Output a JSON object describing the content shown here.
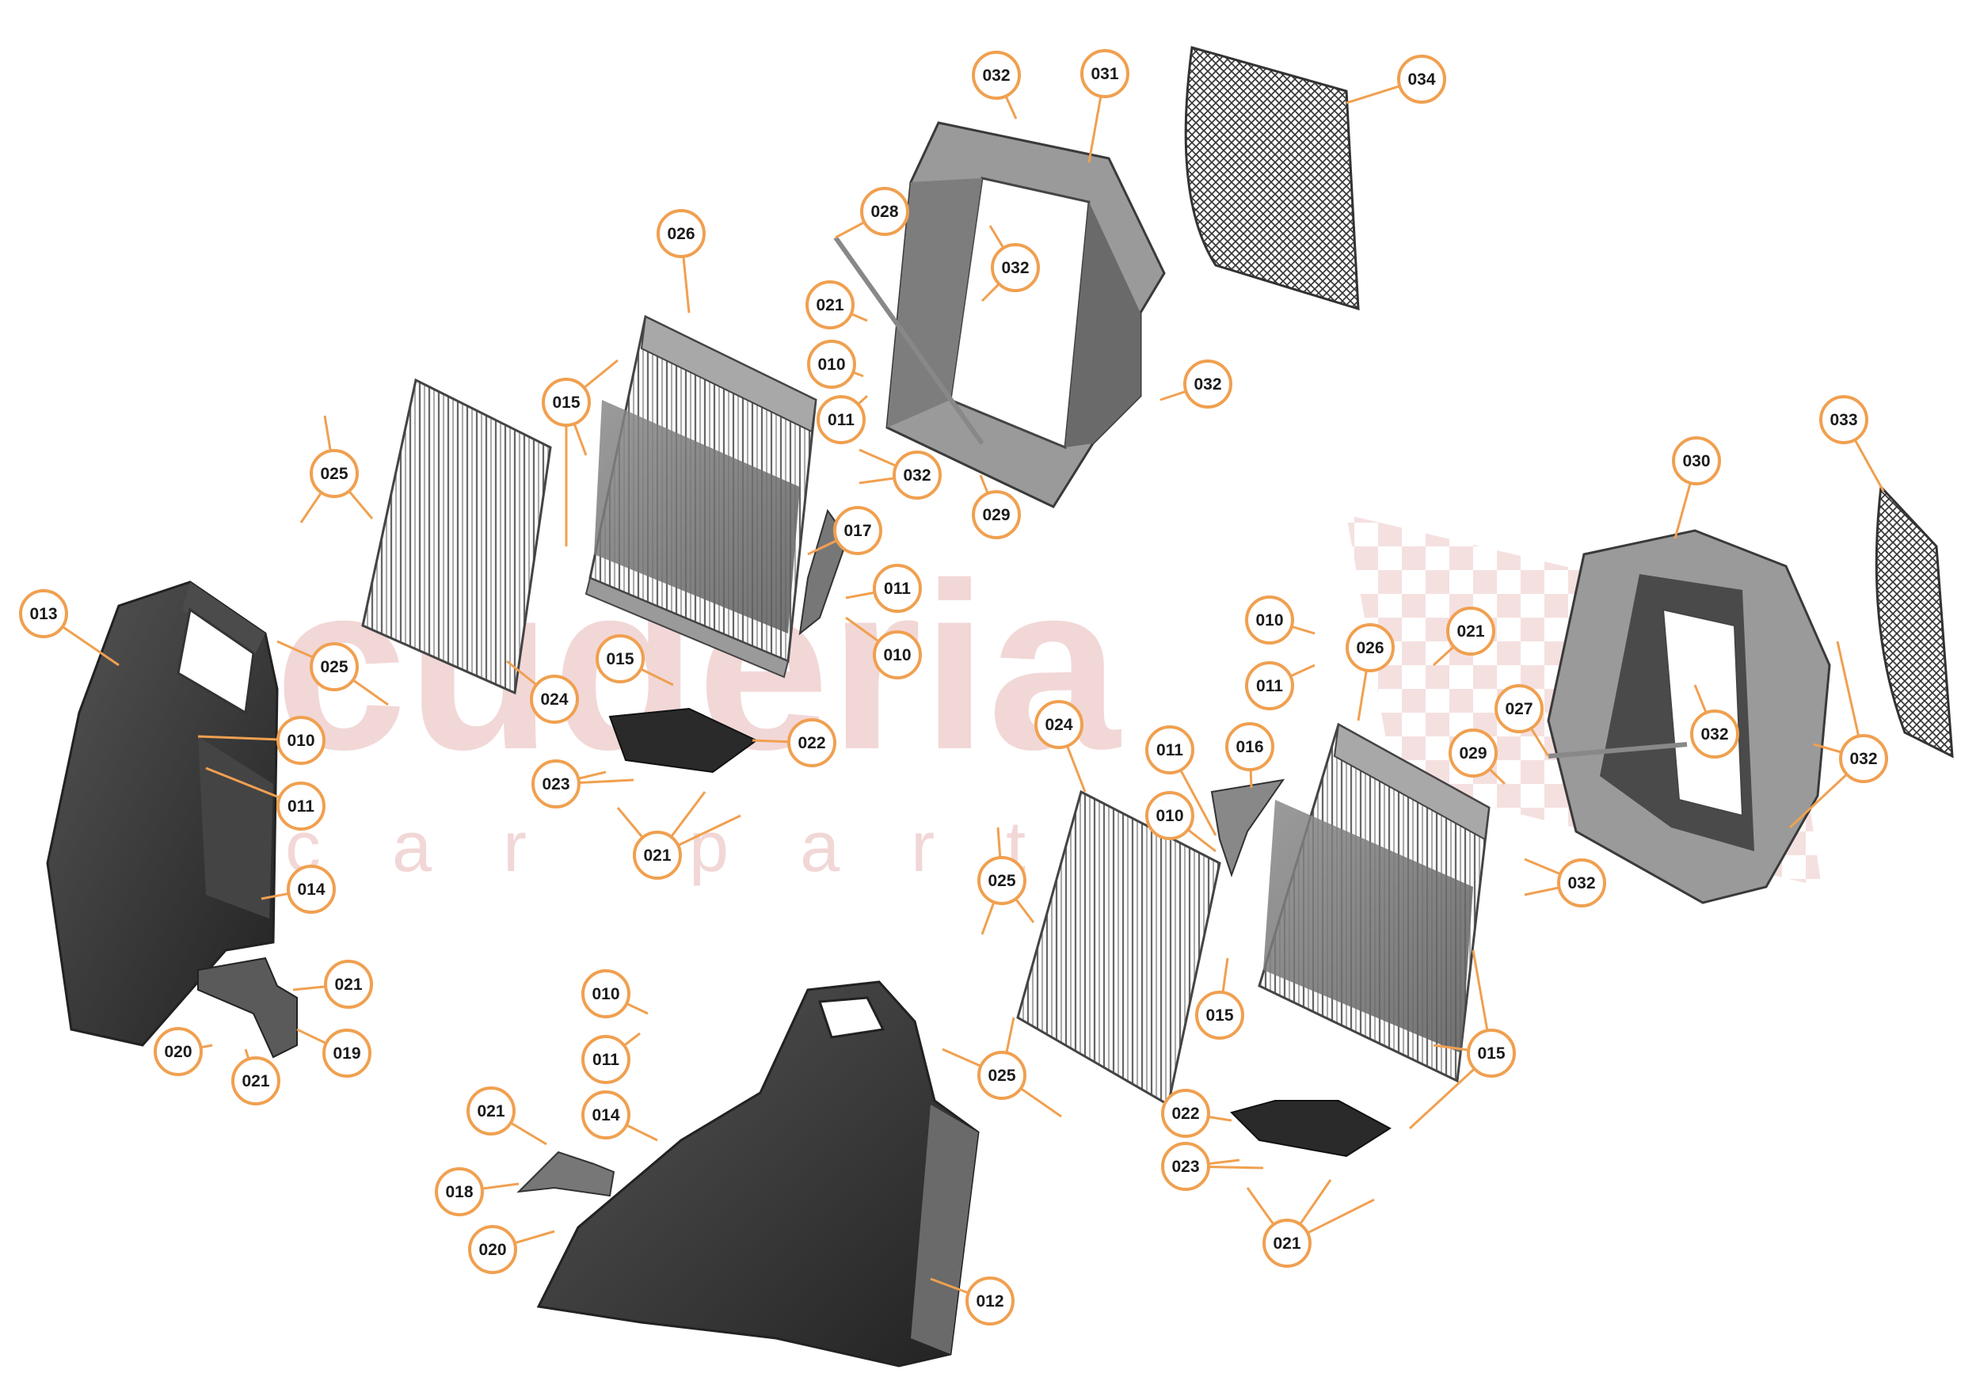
{
  "watermark": {
    "main": "scuderia",
    "sub": "car parts"
  },
  "colors": {
    "callout": "#f0a050",
    "leader": "#f0a050",
    "part_dark": "#3a3a3a",
    "part_mid": "#707070",
    "part_light": "#b0b0b0"
  },
  "callouts": [
    {
      "id": "c1",
      "label": "032"
    },
    {
      "id": "c2",
      "label": "031"
    },
    {
      "id": "c3",
      "label": "034"
    },
    {
      "id": "c4",
      "label": "028"
    },
    {
      "id": "c5",
      "label": "026"
    },
    {
      "id": "c6",
      "label": "032"
    },
    {
      "id": "c7",
      "label": "021"
    },
    {
      "id": "c8",
      "label": "010"
    },
    {
      "id": "c9",
      "label": "011"
    },
    {
      "id": "c10",
      "label": "032"
    },
    {
      "id": "c11",
      "label": "015"
    },
    {
      "id": "c12",
      "label": "025"
    },
    {
      "id": "c13",
      "label": "032"
    },
    {
      "id": "c14",
      "label": "029"
    },
    {
      "id": "c15",
      "label": "017"
    },
    {
      "id": "c16",
      "label": "011"
    },
    {
      "id": "c17",
      "label": "010"
    },
    {
      "id": "c18",
      "label": "013"
    },
    {
      "id": "c19",
      "label": "025"
    },
    {
      "id": "c20",
      "label": "024"
    },
    {
      "id": "c21",
      "label": "015"
    },
    {
      "id": "c22",
      "label": "022"
    },
    {
      "id": "c23",
      "label": "023"
    },
    {
      "id": "c24",
      "label": "021"
    },
    {
      "id": "c25",
      "label": "010"
    },
    {
      "id": "c26",
      "label": "011"
    },
    {
      "id": "c27",
      "label": "014"
    },
    {
      "id": "c28",
      "label": "021"
    },
    {
      "id": "c29",
      "label": "020"
    },
    {
      "id": "c30",
      "label": "019"
    },
    {
      "id": "c31",
      "label": "021"
    },
    {
      "id": "c32",
      "label": "033"
    },
    {
      "id": "c33",
      "label": "030"
    },
    {
      "id": "c34",
      "label": "021"
    },
    {
      "id": "c35",
      "label": "010"
    },
    {
      "id": "c36",
      "label": "011"
    },
    {
      "id": "c37",
      "label": "026"
    },
    {
      "id": "c38",
      "label": "024"
    },
    {
      "id": "c39",
      "label": "011"
    },
    {
      "id": "c40",
      "label": "016"
    },
    {
      "id": "c41",
      "label": "027"
    },
    {
      "id": "c42",
      "label": "029"
    },
    {
      "id": "c43",
      "label": "032"
    },
    {
      "id": "c44",
      "label": "032"
    },
    {
      "id": "c45",
      "label": "010"
    },
    {
      "id": "c46",
      "label": "032"
    },
    {
      "id": "c47",
      "label": "025"
    },
    {
      "id": "c48",
      "label": "015"
    },
    {
      "id": "c49",
      "label": "015"
    },
    {
      "id": "c50",
      "label": "025"
    },
    {
      "id": "c51",
      "label": "022"
    },
    {
      "id": "c52",
      "label": "023"
    },
    {
      "id": "c53",
      "label": "021"
    },
    {
      "id": "c54",
      "label": "010"
    },
    {
      "id": "c55",
      "label": "011"
    },
    {
      "id": "c56",
      "label": "021"
    },
    {
      "id": "c57",
      "label": "014"
    },
    {
      "id": "c58",
      "label": "018"
    },
    {
      "id": "c59",
      "label": "020"
    },
    {
      "id": "c60",
      "label": "012"
    }
  ]
}
